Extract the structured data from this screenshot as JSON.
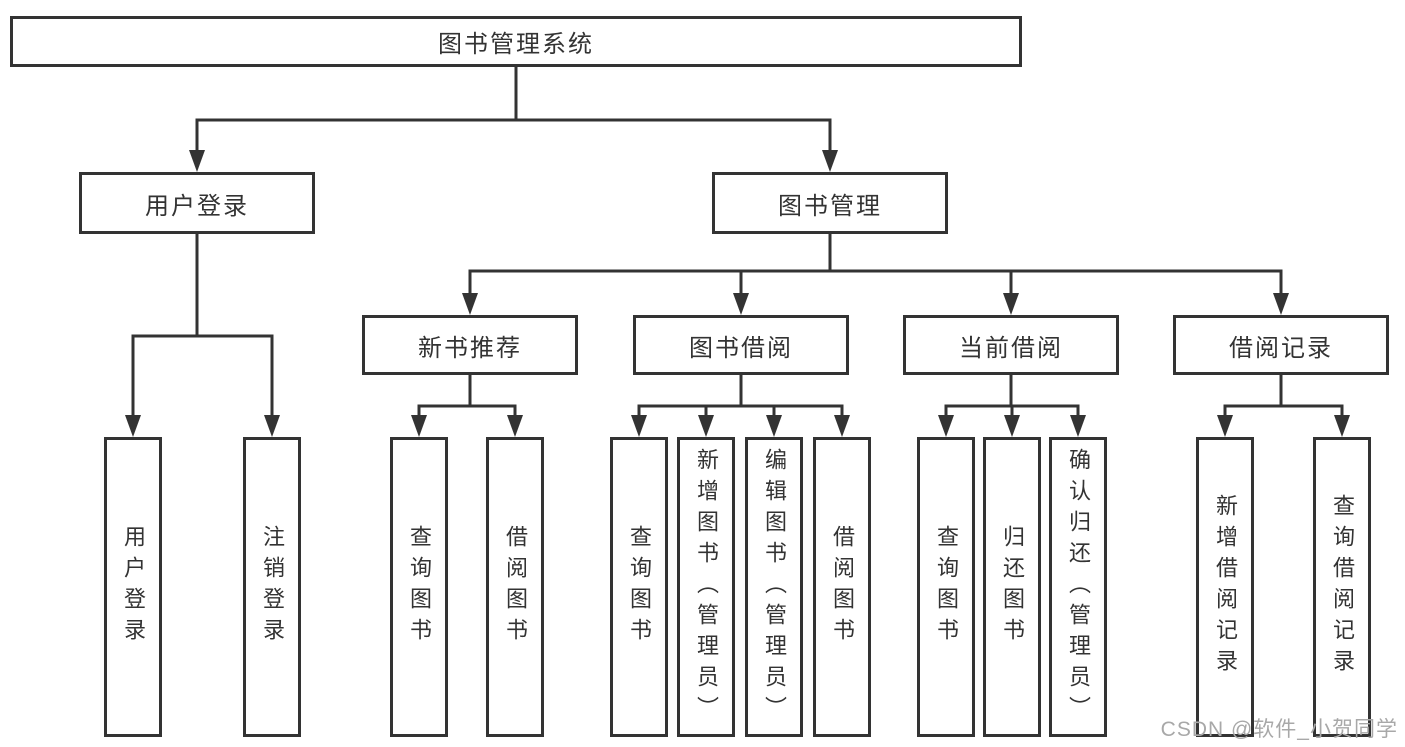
{
  "colors": {
    "line": "#333333",
    "box_border": "#333333",
    "text": "#333333",
    "watermark": "#a8a8a8",
    "background": "#ffffff"
  },
  "watermark": {
    "text": "CSDN @软件_小贺同学"
  },
  "diagram": {
    "title": "图书管理系统",
    "branches": [
      {
        "label": "用户登录",
        "leaves": [
          "用户登录",
          "注销登录"
        ]
      },
      {
        "label": "图书管理",
        "sections": [
          {
            "label": "新书推荐",
            "leaves": [
              "查询图书",
              "借阅图书"
            ]
          },
          {
            "label": "图书借阅",
            "leaves": [
              "查询图书",
              "新增图书（管理员）",
              "编辑图书（管理员）",
              "借阅图书"
            ]
          },
          {
            "label": "当前借阅",
            "leaves": [
              "查询图书",
              "归还图书",
              "确认归还（管理员）"
            ]
          },
          {
            "label": "借阅记录",
            "leaves": [
              "新增借阅记录",
              "查询借阅记录"
            ]
          }
        ]
      }
    ]
  }
}
